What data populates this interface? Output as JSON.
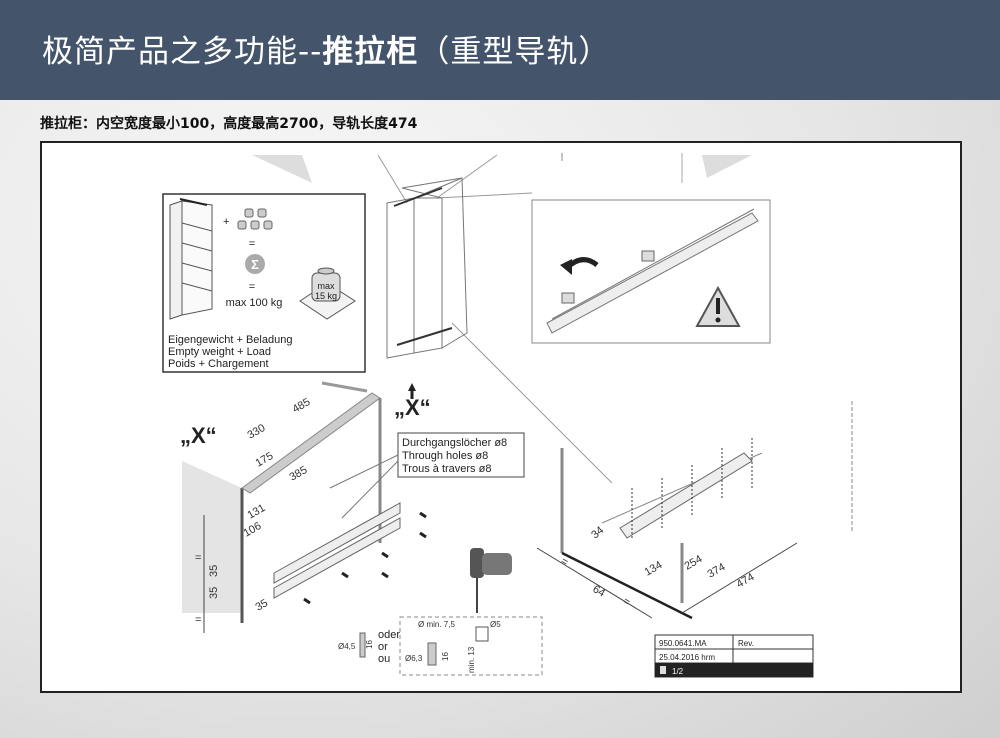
{
  "header": {
    "title_prefix": "极简产品之多功能--",
    "title_bold": "推拉柜",
    "title_suffix": "（重型导轨）"
  },
  "subtitle": "推拉柜：内空宽度最小100，高度最高2700，导轨长度474",
  "drawing": {
    "load_box": {
      "equals_1": "=",
      "equals_2": "=",
      "sum_symbol": "Σ",
      "plus": "+",
      "max_total": "max 100 kg",
      "weight_label_1": "max",
      "weight_label_2": "15 kg",
      "caption_de": "Eigengewicht + Beladung",
      "caption_en": "Empty weight + Load",
      "caption_fr": "Poids + Chargement"
    },
    "detail_marker": "„X“",
    "holes_note": {
      "de": "Durchgangslöcher ø8",
      "en": "Through holes ø8",
      "fr": "Trous à travers ø8"
    },
    "left_dims": [
      "485",
      "330",
      "175",
      "385",
      "131",
      "106",
      "35",
      "35",
      "35"
    ],
    "equal_mark": "=",
    "right_dims": [
      "34",
      "64",
      "134",
      "254",
      "374",
      "474"
    ],
    "screw_detail": {
      "dia_small": "Ø4,5",
      "len_small": "16",
      "or_de": "oder",
      "or_en": "or",
      "or_fr": "ou",
      "dia_min": "Ø min. 7,5",
      "dia_screw": "Ø6,3",
      "len_screw": "16",
      "dia_drill": "Ø5",
      "min_depth": "min. 13"
    },
    "title_block": {
      "doc_number": "950.0641.MA",
      "rev_label": "Rev.",
      "date_author": "25.04.2016 hrm",
      "page": "1/2"
    }
  }
}
